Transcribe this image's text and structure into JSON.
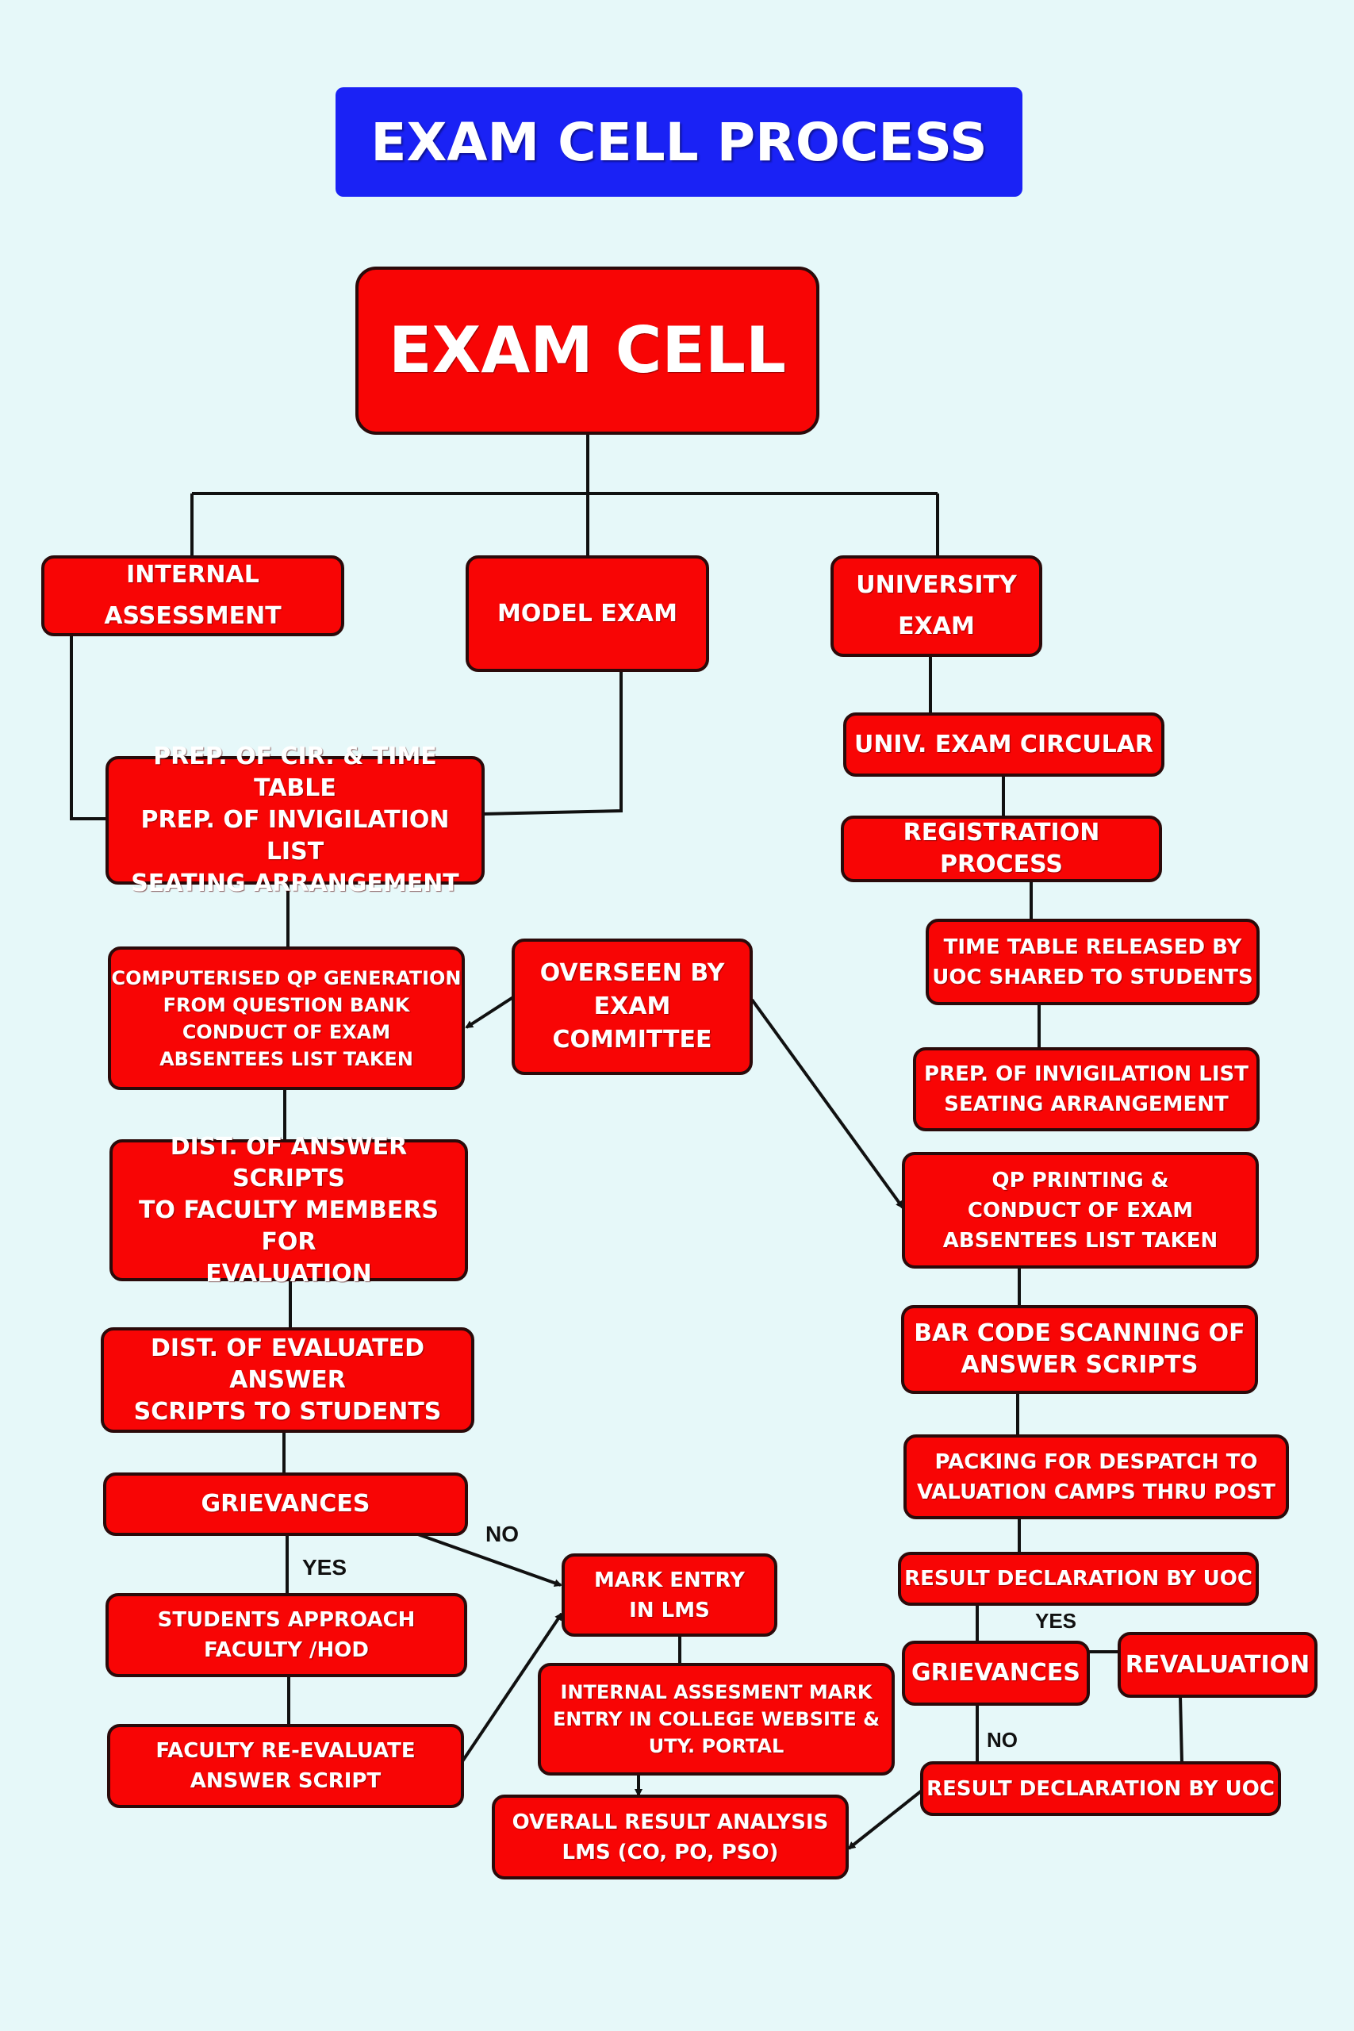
{
  "title": "EXAM CELL PROCESS",
  "nodes": {
    "exam_cell": "EXAM CELL",
    "internal_assessment": "INTERNAL\nASSESSMENT",
    "model_exam": "MODEL EXAM",
    "university_exam": "UNIVERSITY\nEXAM",
    "prep_circular": "PREP. OF CIR. & TIME TABLE\nPREP. OF INVIGILATION LIST\nSEATING ARRANGEMENT",
    "qp_generation": "COMPUTERISED QP GENERATION\nFROM QUESTION BANK\nCONDUCT OF EXAM\nABSENTEES LIST TAKEN",
    "overseen": "OVERSEEN BY\nEXAM\nCOMMITTEE",
    "dist_answer_scripts": "DIST. OF ANSWER SCRIPTS\nTO FACULTY MEMBERS FOR\nEVALUATION",
    "dist_evaluated": "DIST. OF EVALUATED ANSWER\nSCRIPTS TO STUDENTS",
    "grievances_left": "GRIEVANCES",
    "students_approach": "STUDENTS APPROACH\nFACULTY /HOD",
    "faculty_reevaluate": "FACULTY RE-EVALUATE\nANSWER SCRIPT",
    "mark_entry": "MARK ENTRY\nIN LMS",
    "internal_mark_entry": "INTERNAL ASSESMENT MARK\nENTRY IN COLLEGE WEBSITE &\nUTY. PORTAL",
    "overall_result": "OVERALL RESULT ANALYSIS\nLMS (CO, PO, PSO)",
    "univ_circular": "UNIV. EXAM CIRCULAR",
    "registration": "REGISTRATION PROCESS",
    "time_table_released": "TIME TABLE RELEASED BY\nUOC SHARED TO STUDENTS",
    "prep_invigilation": "PREP. OF INVIGILATION LIST\nSEATING ARRANGEMENT",
    "qp_printing": "QP PRINTING &\nCONDUCT OF EXAM\nABSENTEES LIST TAKEN",
    "bar_code": "BAR CODE SCANNING OF\nANSWER SCRIPTS",
    "packing": "PACKING FOR DESPATCH TO\nVALUATION CAMPS THRU POST",
    "result_declaration_1": "RESULT DECLARATION BY UOC",
    "grievances_right": "GRIEVANCES",
    "revaluation": "REVALUATION",
    "result_declaration_2": "RESULT DECLARATION BY UOC"
  },
  "labels": {
    "no_left": "NO",
    "yes_left": "YES",
    "yes_right": "YES",
    "no_right": "NO"
  },
  "colors": {
    "background": "#e6f8f9",
    "title_fill": "#1a22f5",
    "node_fill": "#f80505",
    "node_border": "#2a0a0a",
    "connector": "#111111"
  }
}
